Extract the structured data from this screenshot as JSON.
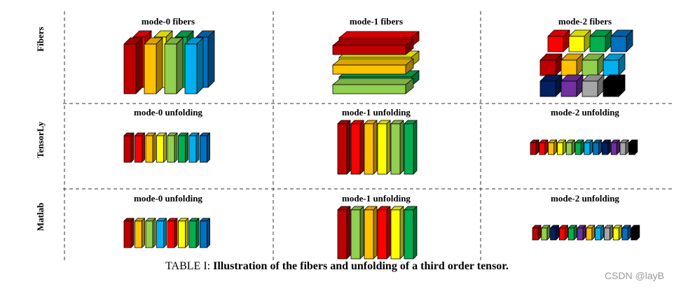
{
  "row_labels": {
    "fibers": "Fibers",
    "tensorly": "TensorLy",
    "matlab": "Matlab"
  },
  "titles": {
    "fibers": [
      "mode-0 fibers",
      "mode-1 fibers",
      "mode-2 fibers"
    ],
    "tensorly": [
      "mode-0 unfolding",
      "mode-1 unfolding",
      "mode-2 unfolding"
    ],
    "matlab": [
      "mode-0 unfolding",
      "mode-1 unfolding",
      "mode-2 unfolding"
    ]
  },
  "caption": {
    "prefix": "TABLE I: ",
    "text": "Illustration of the fibers and unfolding of a third order tensor."
  },
  "watermark": "CSDN @layB",
  "colors": {
    "red": "#c00000",
    "red2": "#ff0000",
    "orange": "#ffc000",
    "yellow": "#ffff00",
    "lightgreen": "#92d050",
    "green": "#00b050",
    "cyan": "#00b0f0",
    "blue": "#0070c0",
    "navy": "#002060",
    "purple": "#7030a0",
    "gray": "#a6a6a6",
    "black": "#000000"
  },
  "sequences": {
    "fibers_mode0_front": [
      "red",
      "orange",
      "lightgreen",
      "cyan"
    ],
    "fibers_mode0_back": [
      "red2",
      "yellow",
      "green",
      "blue"
    ],
    "fibers_mode1_front": [
      "red",
      "orange",
      "lightgreen"
    ],
    "fibers_mode1_back": [
      "red2",
      "yellow",
      "green"
    ],
    "fibers_mode2_front": [
      "red",
      "orange",
      "lightgreen",
      "cyan",
      "navy",
      "purple",
      "gray",
      "black"
    ],
    "fibers_mode2_back": [
      "red2",
      "yellow",
      "green",
      "blue"
    ],
    "tensorly_mode0": [
      "red",
      "red2",
      "orange",
      "yellow",
      "lightgreen",
      "green",
      "cyan",
      "blue"
    ],
    "tensorly_mode1": [
      "red",
      "red2",
      "orange",
      "yellow",
      "lightgreen",
      "green"
    ],
    "tensorly_mode2": [
      "red",
      "red2",
      "orange",
      "yellow",
      "lightgreen",
      "green",
      "cyan",
      "blue",
      "navy",
      "purple",
      "gray",
      "black"
    ],
    "matlab_mode0": [
      "red",
      "orange",
      "lightgreen",
      "cyan",
      "red2",
      "yellow",
      "green",
      "blue"
    ],
    "matlab_mode1": [
      "red",
      "lightgreen",
      "orange",
      "red2",
      "yellow",
      "green"
    ],
    "matlab_mode2": [
      "red",
      "lightgreen",
      "navy",
      "red2",
      "green",
      "purple",
      "orange",
      "cyan",
      "gray",
      "yellow",
      "blue",
      "black"
    ]
  }
}
